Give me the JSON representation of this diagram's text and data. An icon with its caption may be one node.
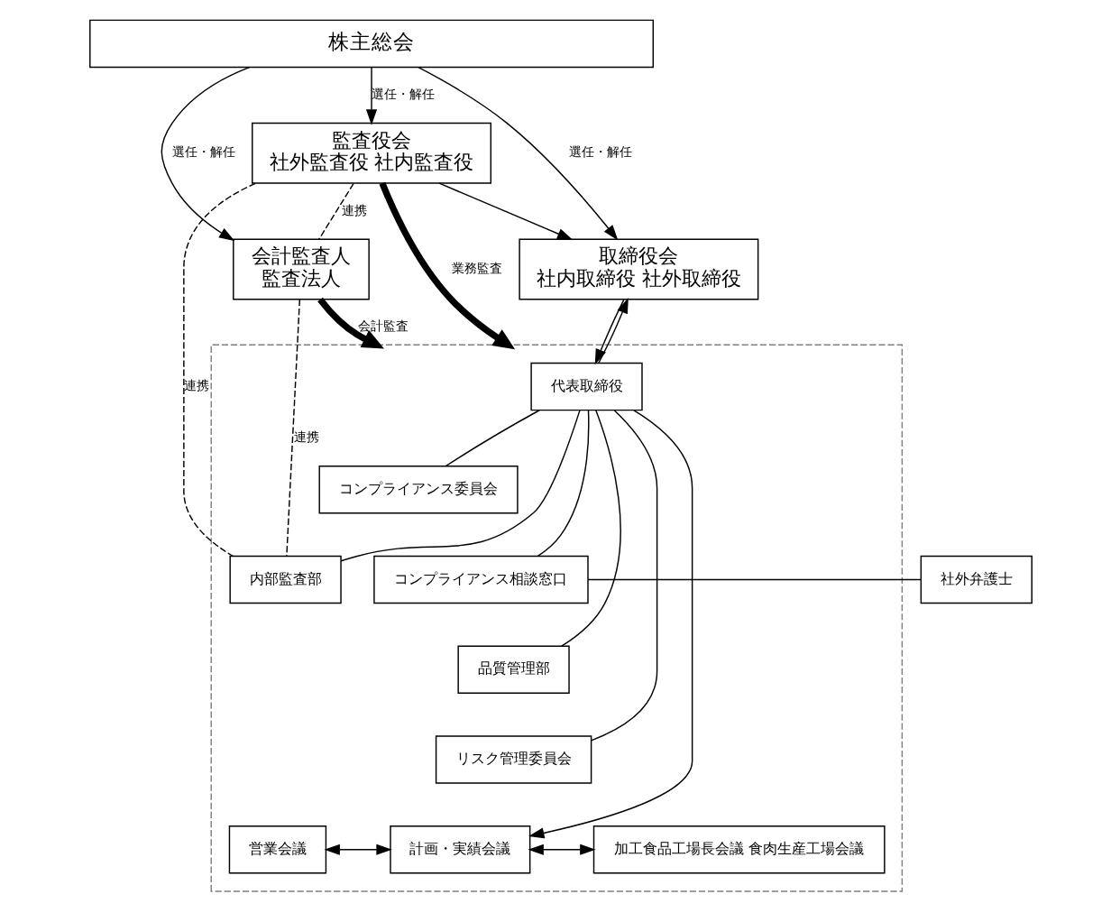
{
  "diagram": {
    "nodes": [
      {
        "text": [
          "株主総会"
        ]
      },
      {
        "text": [
          "監査役会",
          "社外監査役 社内監査役"
        ]
      },
      {
        "text": [
          "取締役会",
          "社内取締役 社外取締役"
        ]
      },
      {
        "text": [],
        "shape": "box"
      },
      {
        "text": [
          "代表取締役"
        ],
        "in": 3
      },
      {
        "text": [
          "コンプライアンス委員会"
        ],
        "in": 3
      },
      {
        "text": [
          "内部監査部"
        ],
        "in": 3
      },
      {
        "text": [
          "コンプライアンス相談窓口"
        ],
        "in": 3
      },
      {
        "text": [
          "品質管理部"
        ],
        "in": 3
      },
      {
        "text": [
          "リスク管理委員会"
        ],
        "in": 3
      },
      {
        "text": [
          "会計監査人",
          "監査法人"
        ]
      },
      {
        "text": [
          "営業会議"
        ],
        "in": 3
      },
      {
        "text": [
          "計画・実績会議"
        ],
        "in": 3
      },
      {
        "text": [
          "加工食品工場長会議 食肉生産工場会議"
        ],
        "in": 3
      },
      {
        "text": [
          "社外弁護士"
        ]
      }
    ],
    "edges": [
      {
        "from": 0,
        "to": 1,
        "arrow": "to",
        "label": "選任・解任"
      },
      {
        "from": 0,
        "to": 2,
        "arrow": "to",
        "label": "選任・解任"
      },
      {
        "from": 0,
        "to": 10,
        "arrow": "to",
        "label": "選任・解任"
      },
      {
        "from": 1,
        "to": 2,
        "arrow": "to"
      },
      {
        "from": 1,
        "to": 3,
        "arrow": "to",
        "label": "業務監査",
        "style": "thick"
      },
      {
        "from": 4,
        "to": 2,
        "arrow": "to"
      },
      {
        "from": 2,
        "to": 4,
        "arrow": "to"
      },
      {
        "from": 1,
        "to": 6,
        "arrow": "none",
        "label": "連携",
        "style": "dashed"
      },
      {
        "from": 1,
        "to": 10,
        "arrow": "none",
        "label": "連携",
        "style": "dashed"
      },
      {
        "from": 10,
        "to": 6,
        "arrow": "none",
        "label": "連携",
        "style": "dashed"
      },
      {
        "from": 4,
        "to": 5,
        "arrow": "none"
      },
      {
        "from": 4,
        "to": 6,
        "arrow": "none"
      },
      {
        "from": 4,
        "to": 7,
        "arrow": "none"
      },
      {
        "from": 4,
        "to": 8,
        "arrow": "none"
      },
      {
        "from": 4,
        "to": 9,
        "arrow": "none"
      },
      {
        "from": 4,
        "to": 12,
        "arrow": "to"
      },
      {
        "from": 11,
        "to": 12,
        "arrow": "both"
      },
      {
        "from": 12,
        "to": 13,
        "arrow": "both"
      },
      {
        "from": 7,
        "to": 14,
        "arrow": "none"
      },
      {
        "from": 10,
        "to": 3,
        "arrow": "to",
        "label": "会計監査",
        "style": "thick"
      }
    ]
  }
}
